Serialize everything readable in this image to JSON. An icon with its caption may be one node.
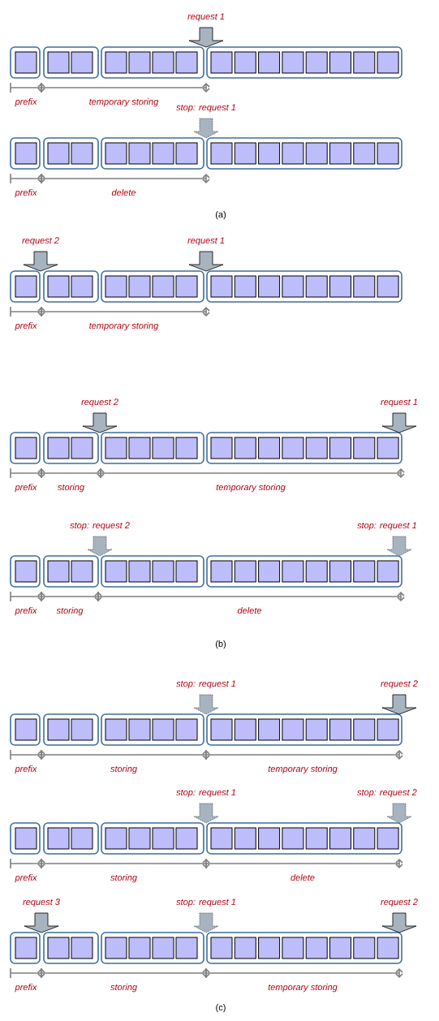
{
  "diagram": {
    "labels": [
      "request 1",
      "prefix",
      "temporary storing",
      "stop: request 1",
      "prefix",
      "delete",
      "(a)",
      "request 2",
      "request 1",
      "prefix",
      "temporary storing",
      "request 2",
      "request 1",
      "prefix",
      "storing",
      "temporary storing",
      "stop: request 2",
      "stop: request 1",
      "prefix",
      "storing",
      "delete",
      "(b)",
      "stop: request 1",
      "request 2",
      "prefix",
      "storing",
      "temporary storing",
      "stop: request 1",
      "stop: request 2",
      "prefix",
      "storing",
      "delete",
      "request 3",
      "stop: request 1",
      "request 2",
      "prefix",
      "storing",
      "temporary storing",
      "(c)"
    ]
  }
}
